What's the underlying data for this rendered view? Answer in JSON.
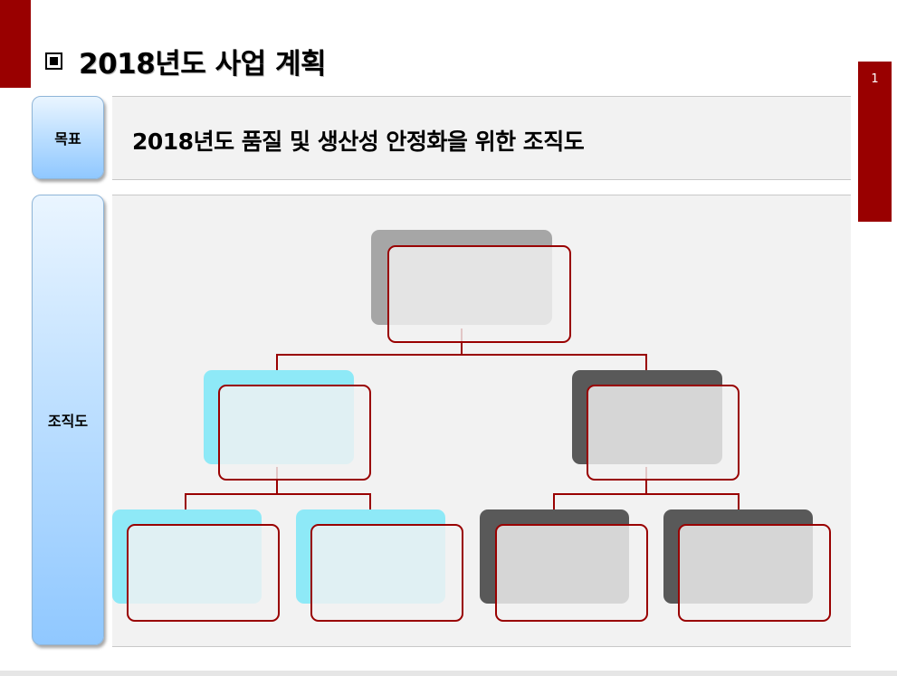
{
  "slide": {
    "title": "2018년도 사업 계획",
    "page_number": "1"
  },
  "goal": {
    "label": "목표",
    "text": "2018년도 품질 및 생산성 안정화을 위한 조직도"
  },
  "org": {
    "label": "조직도",
    "colors": {
      "top_back": "#a6a6a6",
      "left_back": "#8ee9f7",
      "right_back": "#595959",
      "border": "#990000"
    }
  }
}
